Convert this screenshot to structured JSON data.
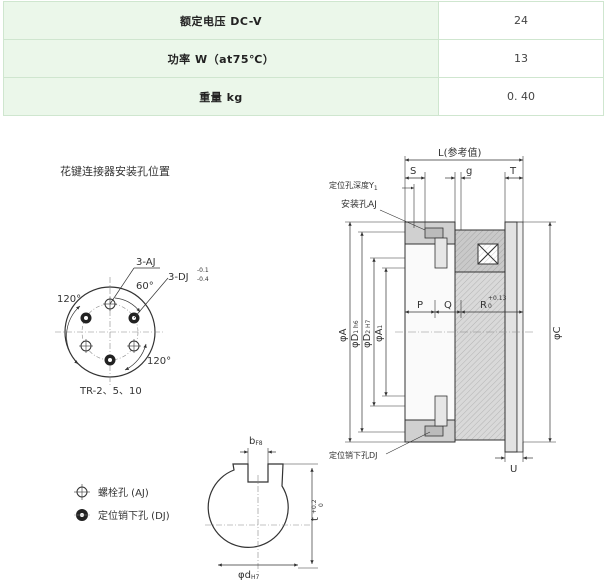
{
  "spec_rows": [
    {
      "label": "额定电压 DC-V",
      "value": "24"
    },
    {
      "label": "功率 W（at75℃）",
      "value": "13"
    },
    {
      "label": "重量 kg",
      "value": "0. 40"
    }
  ],
  "spline": {
    "title": "花键连接器安装孔位置",
    "hole_label": "3-AJ",
    "pin_label": "3-DJ",
    "pin_tol_upper": "-0.1",
    "pin_tol_lower": "-0.4",
    "angle_60": "60°",
    "angle_120_left": "120°",
    "angle_120_right": "120°",
    "models": "TR-2、5、10"
  },
  "legend": {
    "bolt_hole": "螺栓孔 (AJ)",
    "locating_pin": "定位销下孔 (DJ)"
  },
  "shaft": {
    "keyway_width": "b",
    "keyway_width_sub": "F8",
    "key_depth": "t",
    "key_depth_tol": "+0.2",
    "key_depth_tol_lower": "0",
    "bore": "φd",
    "bore_sub": "H7"
  },
  "section": {
    "L": "L(参考值)",
    "S": "S",
    "g": "g",
    "T": "T",
    "Y1_main": "定位孔深度Y",
    "Y1_sub": "1",
    "AJ": "安装孔AJ",
    "P": "P",
    "Q": "Q",
    "R": "R",
    "R_tol_upper": "+0.13",
    "R_tol_lower": "0",
    "phiA": "φA",
    "phiD1": "φD",
    "phiD1_sub": "1 h6",
    "phiD2": "φD",
    "phiD2_sub": "2 H7",
    "phiA1": "φA",
    "phiA1_sub": "1",
    "phiC": "φC",
    "DJ": "定位销下孔DJ",
    "U": "U"
  }
}
